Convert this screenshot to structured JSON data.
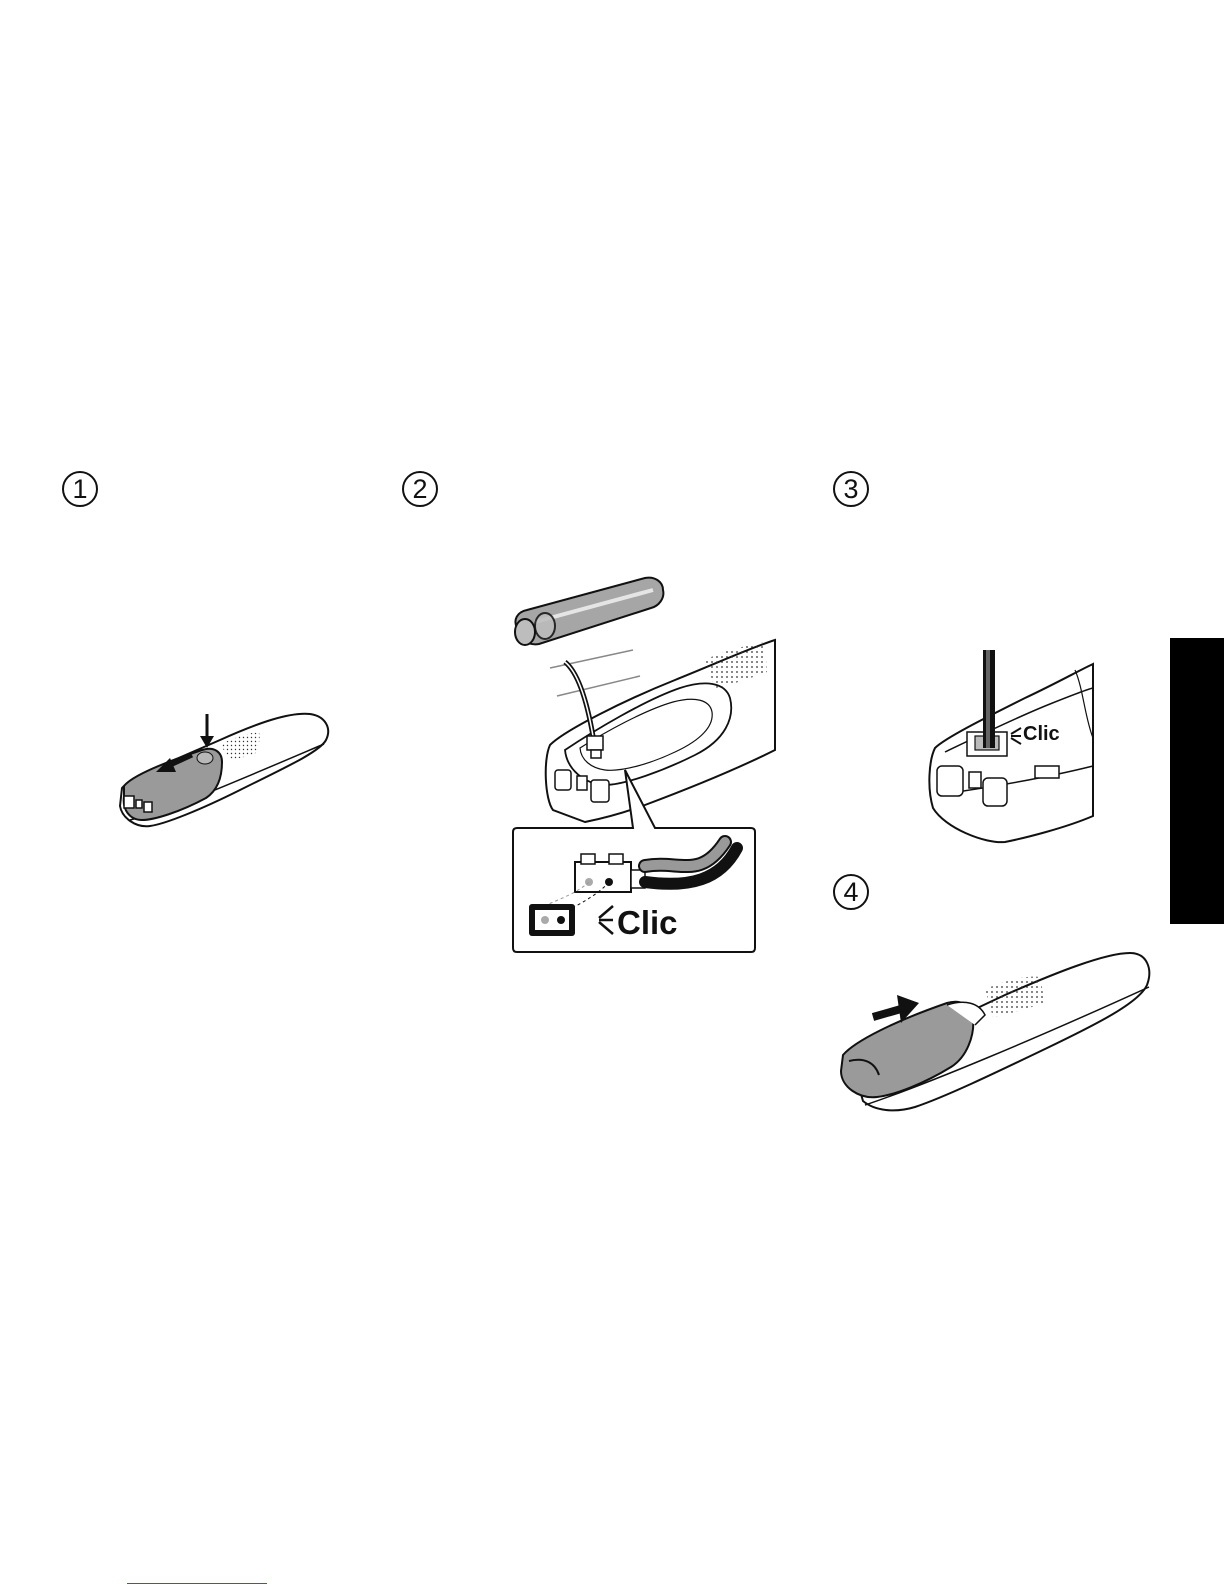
{
  "steps": {
    "s1": "1",
    "s2": "2",
    "s3": "3",
    "s4": "4"
  },
  "labels": {
    "clic_large": "Clic",
    "clic_small": "Clic"
  },
  "colors": {
    "ink": "#111111",
    "cover_gray": "#9a9a9a",
    "battery_gray": "#a6a6a6",
    "side_tab": "#000000",
    "footer_rule": "#3355cc"
  }
}
